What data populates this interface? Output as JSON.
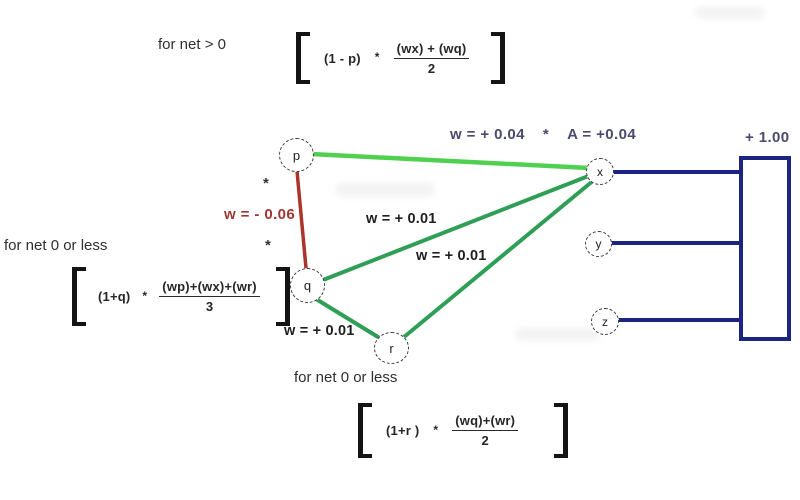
{
  "colors": {
    "edge_bright_green": "#4fd04f",
    "edge_green": "#2f9e57",
    "edge_red": "#ab342c",
    "navy": "#1b2580",
    "label_blue": "#4a4a6e",
    "label_red": "#9c3732"
  },
  "conditions": {
    "net_positive": "for net > 0",
    "net_zero_left": "for net 0 or less",
    "net_zero_bottom": "for net 0 or less"
  },
  "nodes": {
    "p": "p",
    "q": "q",
    "r": "r",
    "x": "x",
    "y": "y",
    "z": "z"
  },
  "edge_labels": {
    "px_weight": "w = + 0.04",
    "px_star": "*",
    "px_activation": "A = +0.04",
    "pq_weight": "w = - 0.06",
    "pq_star_top": "*",
    "pq_star_bottom": "*",
    "qx_weight": "w = + 0.01",
    "rx_weight": "w = + 0.01",
    "qr_weight": "w = + 0.01",
    "output_bias": "+ 1.00"
  },
  "formulas": {
    "net_positive": {
      "factor": "(1 - p)",
      "operator": "*",
      "numerator": "(wx) + (wq)",
      "denominator": "2"
    },
    "net_zero_q": {
      "factor": "(1+q)",
      "operator": "*",
      "numerator": "(wp)+(wx)+(wr)",
      "denominator": "3"
    },
    "net_zero_r": {
      "factor": "(1+r )",
      "operator": "*",
      "numerator": "(wq)+(wr)",
      "denominator": "2"
    }
  }
}
